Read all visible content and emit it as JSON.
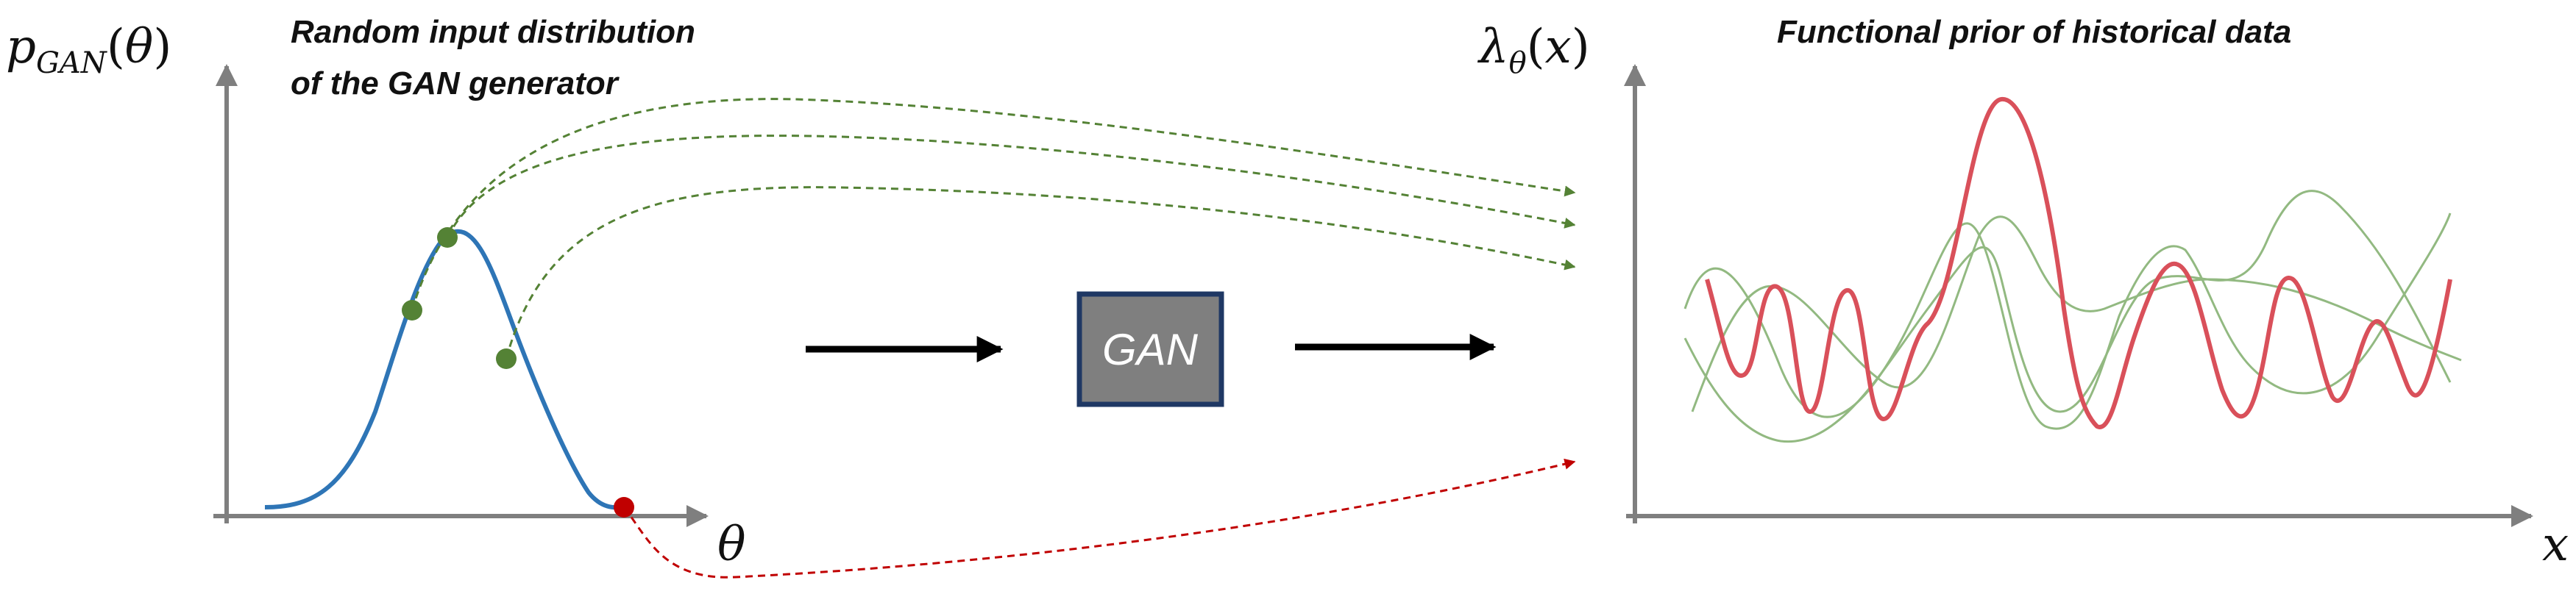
{
  "left_panel": {
    "title_line1": "Random input distribution",
    "title_line2": "of the GAN generator",
    "y_label": {
      "main": "p",
      "sub": "GAN",
      "open": "(",
      "arg": "θ",
      "close": ")"
    },
    "x_label": "θ"
  },
  "gan_box": {
    "label": "GAN"
  },
  "right_panel": {
    "title": "Functional prior of historical data",
    "y_label": {
      "main": "λ",
      "sub": "θ",
      "open": "(",
      "arg": "x",
      "close": ")"
    },
    "x_label": "x"
  },
  "colors": {
    "axis": "#7f7f7f",
    "distribution_curve": "#2e75b6",
    "green_samples": "#548235",
    "red_sample": "#c00000",
    "red_function": "#d9505a",
    "green_functions": "#92b981",
    "gan_box_fill": "#7f7f7f",
    "gan_box_border": "#1f3864",
    "arrows": "#000000"
  }
}
